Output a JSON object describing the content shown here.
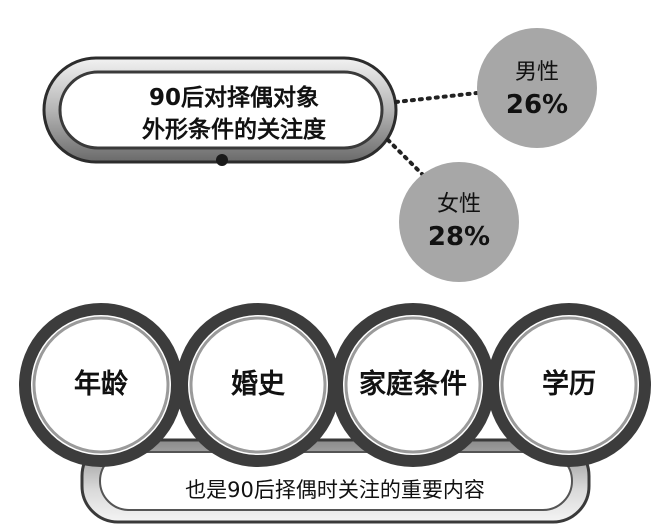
{
  "title": {
    "line1": "90后对择偶对象",
    "line2": "外形条件的关注度"
  },
  "stats": [
    {
      "label": "男性",
      "value": "26%"
    },
    {
      "label": "女性",
      "value": "28%"
    }
  ],
  "topics": [
    "年龄",
    "婚史",
    "家庭条件",
    "学历"
  ],
  "footer": "也是90后择偶时关注的重要内容",
  "colors": {
    "circle_fill": "#a7a7a7",
    "ring_dark": "#3c3c3c",
    "text": "#111111"
  }
}
